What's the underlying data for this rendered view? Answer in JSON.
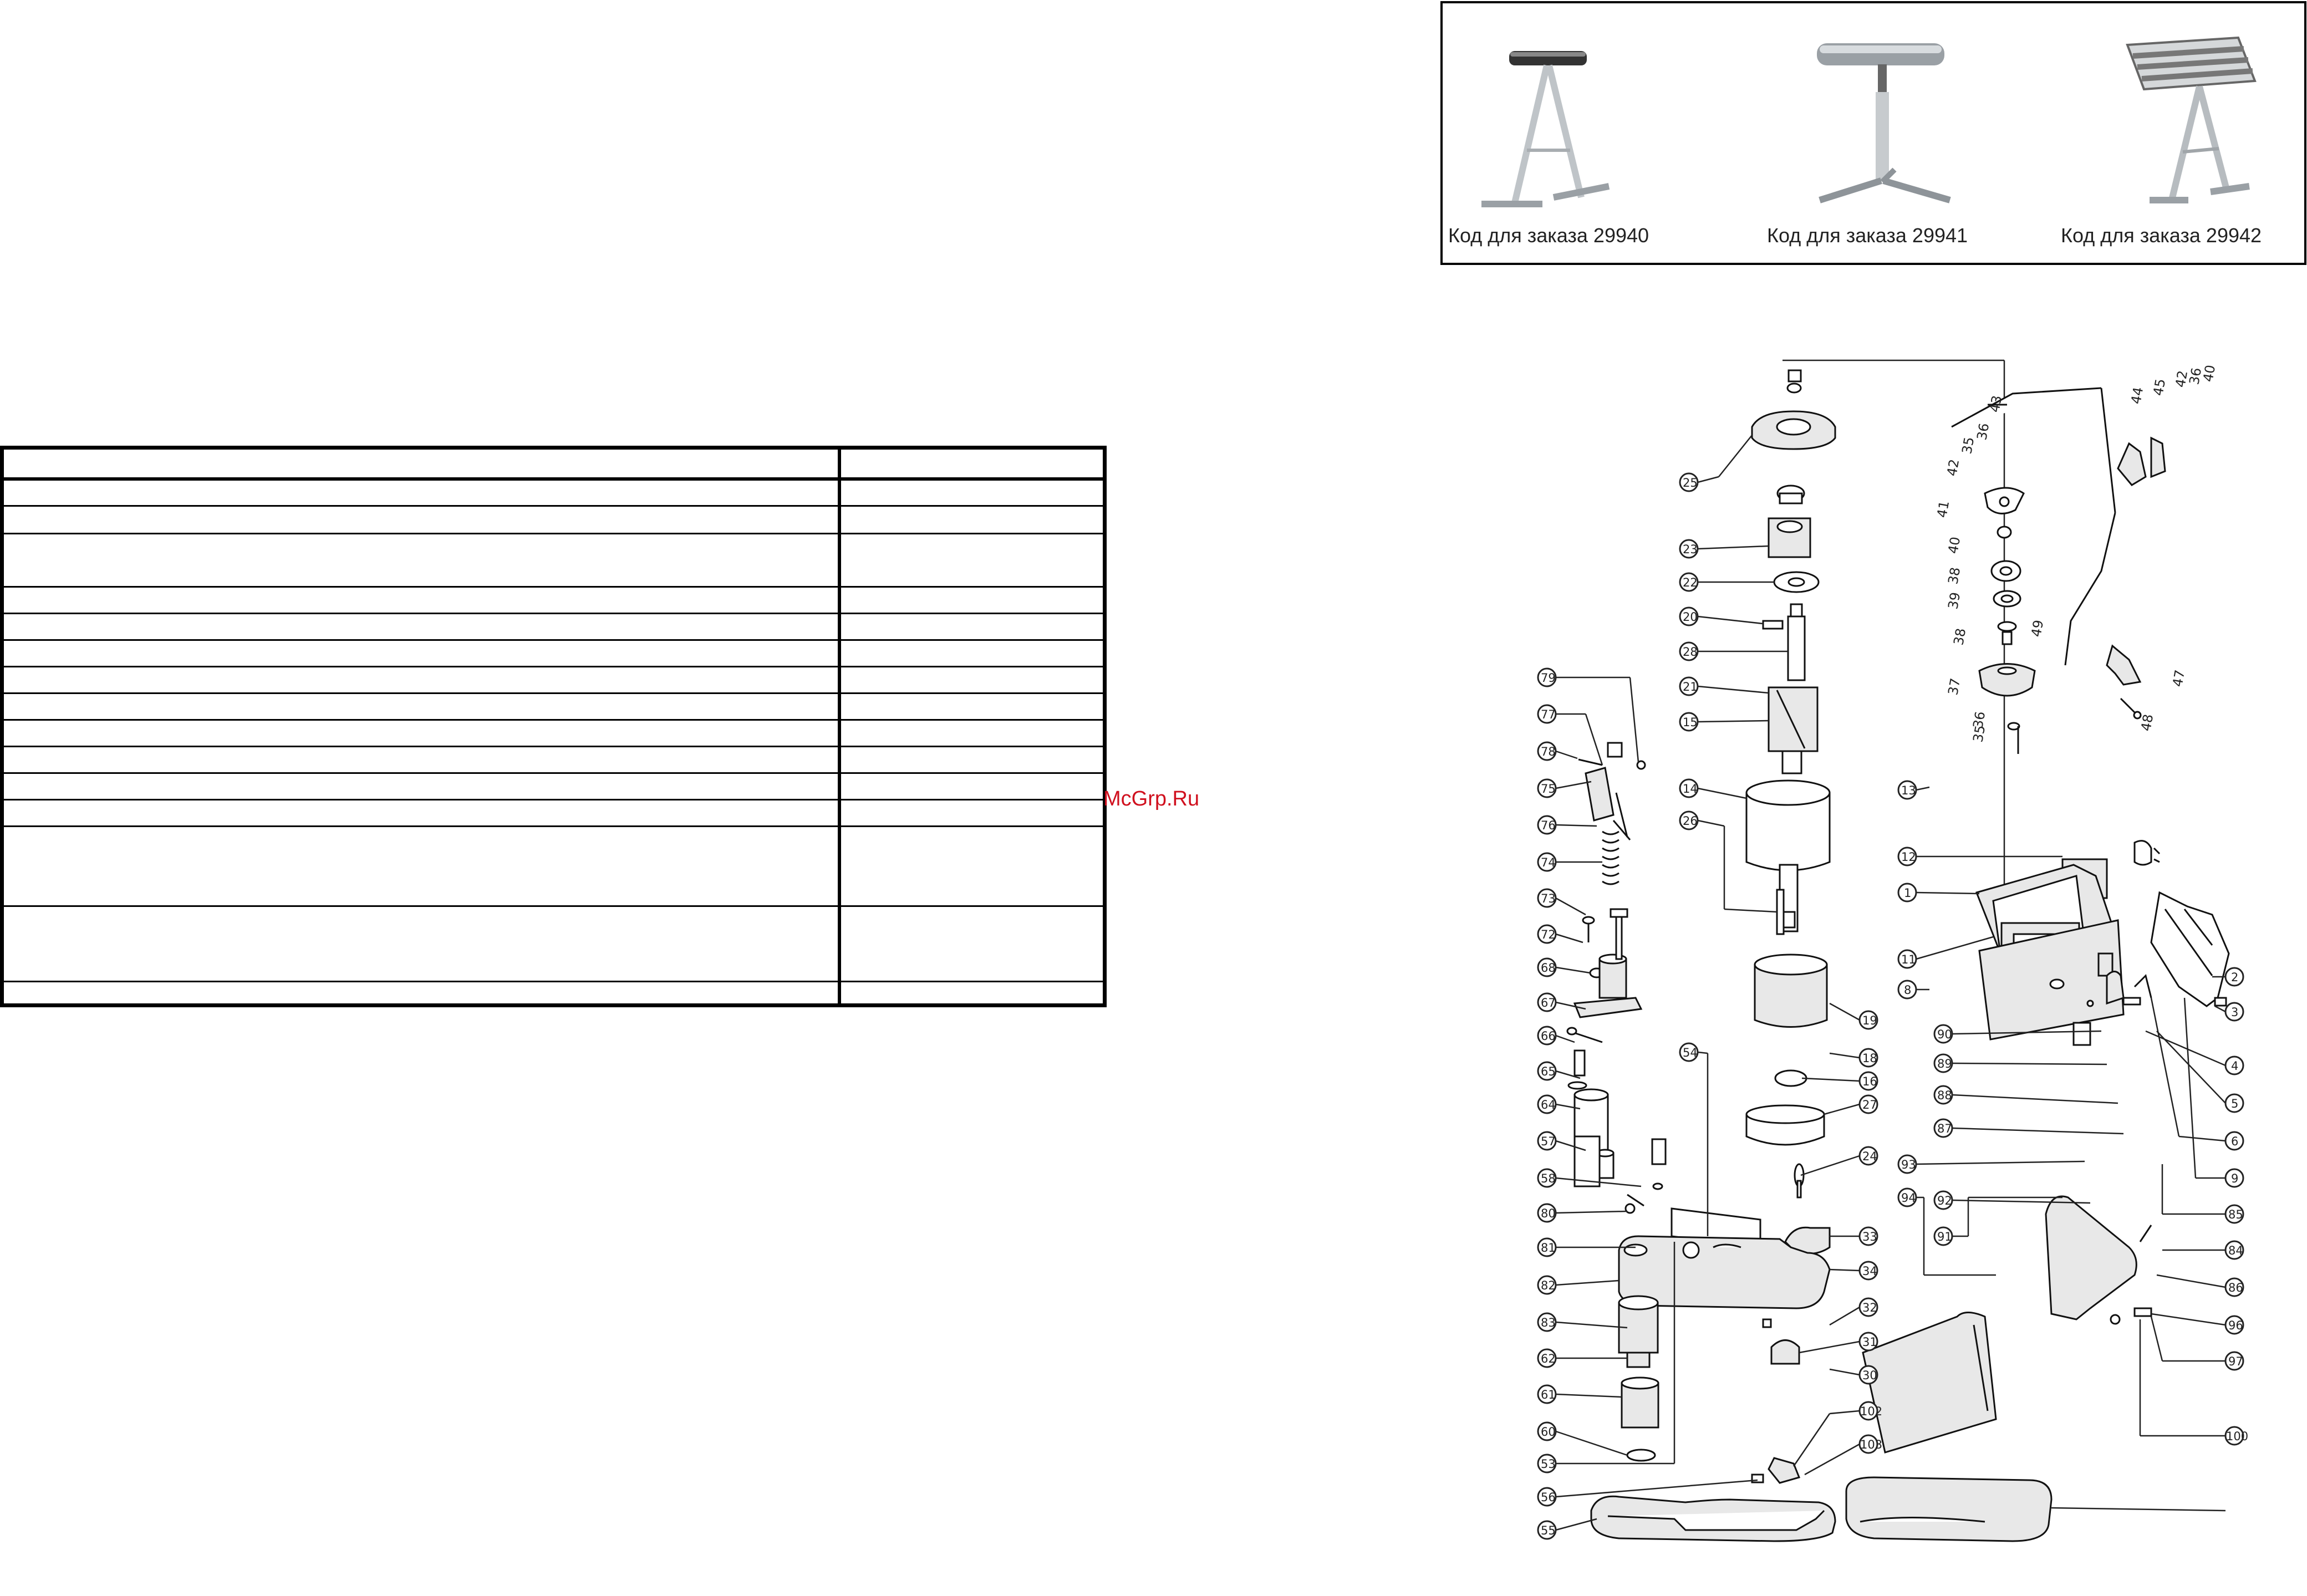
{
  "table": {
    "rows": 16
  },
  "products": [
    {
      "caption": "Код для заказа 29940",
      "icon": "roller-stand-a-frame-icon"
    },
    {
      "caption": "Код для заказа 29941",
      "icon": "roller-stand-tripod-icon"
    },
    {
      "caption": "Код для заказа 29942",
      "icon": "roller-table-stand-icon"
    }
  ],
  "watermark": "McGrp.Ru",
  "callouts": {
    "c79": "79",
    "c77": "77",
    "c78": "78",
    "c75": "75",
    "c76": "76",
    "c74": "74",
    "c73": "73",
    "c72": "72",
    "c68": "68",
    "c67": "67",
    "c66": "66",
    "c65": "65",
    "c64": "64",
    "c57": "57",
    "c58": "58",
    "c80": "80",
    "c81": "81",
    "c82": "82",
    "c83": "83",
    "c62": "62",
    "c61": "61",
    "c60": "60",
    "c53": "53",
    "c56": "56",
    "c55": "55",
    "c25": "25",
    "c23": "23",
    "c22": "22",
    "c20": "20",
    "c28": "28",
    "c21": "21",
    "c15": "15",
    "c14": "14",
    "c26": "26",
    "c54": "54",
    "c19": "19",
    "c18": "18",
    "c16": "16",
    "c27": "27",
    "c24": "24",
    "c33": "33",
    "c34": "34",
    "c32": "32",
    "c31": "31",
    "c30": "30",
    "c102": "102",
    "c103": "103",
    "c13": "13",
    "c12": "12",
    "c1": "1",
    "c11": "11",
    "c8": "8",
    "c2": "2",
    "c3": "3",
    "c4": "4",
    "c5": "5",
    "c6": "6",
    "c9": "9",
    "c85": "85",
    "c84": "84",
    "c86": "86",
    "c87": "87",
    "c88": "88",
    "c89": "89",
    "c90": "90",
    "c91": "91",
    "c92": "92",
    "c93": "93",
    "c94": "94",
    "c96": "96",
    "c97": "97",
    "c100": "100"
  },
  "plain_labels": {
    "l43": "43",
    "l36": "36",
    "l35": "35",
    "l42": "42",
    "l41": "41",
    "l40": "40",
    "l39": "39",
    "l38": "38",
    "l38b": "38",
    "l37": "37",
    "l49": "49",
    "l44": "44",
    "l45": "45",
    "l42b": "42",
    "l36b": "36",
    "l40b": "40",
    "l47": "47",
    "l48": "48",
    "l35b": "35",
    "l36c": "36"
  }
}
